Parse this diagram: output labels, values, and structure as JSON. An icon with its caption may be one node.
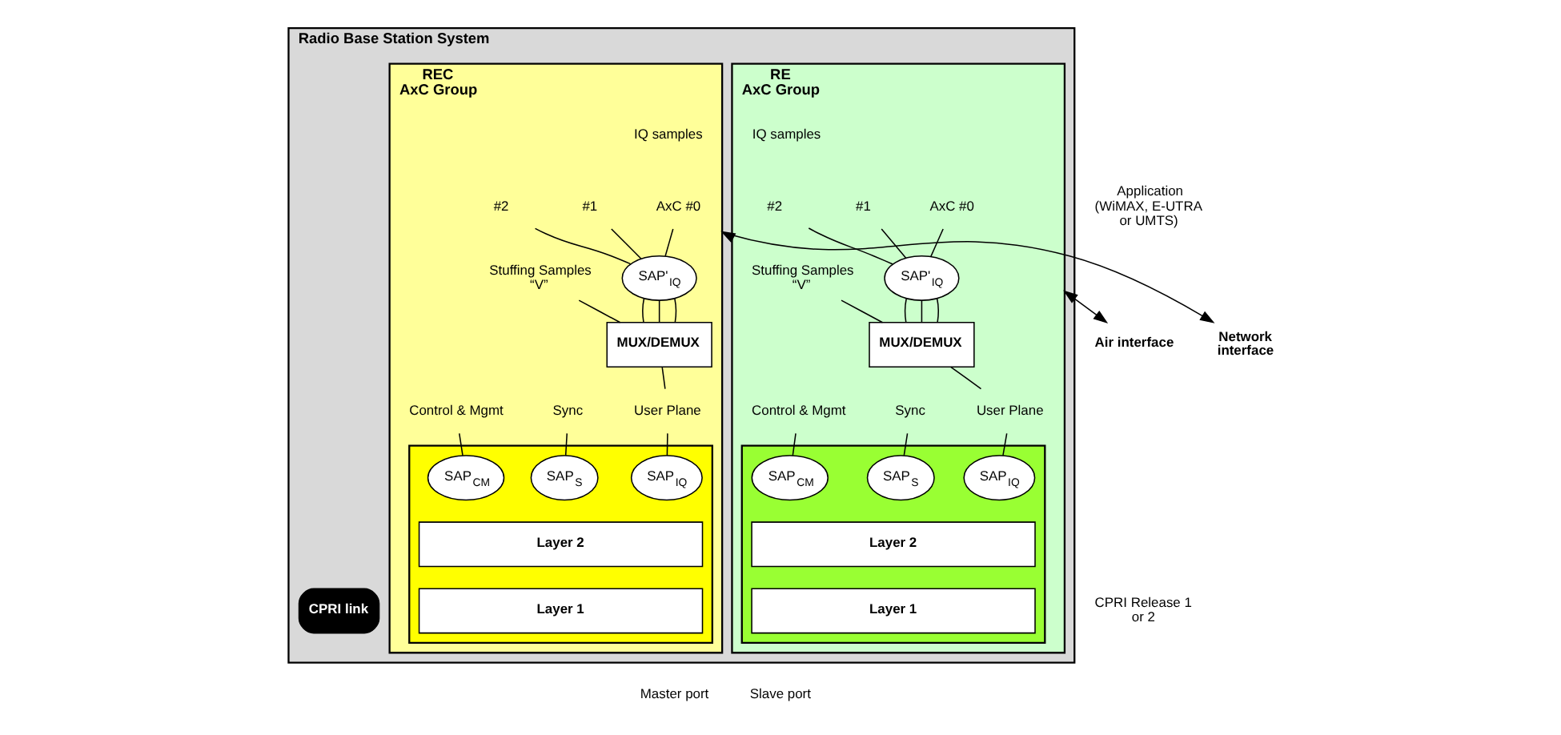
{
  "diagram": {
    "nodes": [
      {
        "text": [
          "Radio Base Station System"
        ]
      },
      {
        "text": [
          "REC",
          "AxC Group"
        ],
        "in": 0
      },
      {
        "text": [
          "AxC #0"
        ],
        "in": 1
      },
      {
        "text": [
          "#1"
        ],
        "in": 1
      },
      {
        "text": [
          "#2"
        ],
        "in": 1
      },
      {
        "text": [
          "Stuffing Samples “V”"
        ],
        "in": 1
      },
      {
        "text": [
          "SAP'$_{IQ}$"
        ],
        "in": 1
      },
      {
        "text": [
          "MUX/DEMUX"
        ],
        "in": 1
      },
      {
        "text": [
          "Control & Mgmt"
        ],
        "in": 1
      },
      {
        "text": [
          "Sync"
        ],
        "in": 1
      },
      {
        "text": [
          "User Plane"
        ],
        "in": 1
      },
      {
        "text": [],
        "shape": "box",
        "in": 1
      },
      {
        "text": [
          "SAP$_{CM}$"
        ],
        "in": 11
      },
      {
        "text": [
          "SAP$_{S}$"
        ],
        "in": 11
      },
      {
        "text": [
          "SAP$_{IQ}$"
        ],
        "in": 11
      },
      {
        "text": [
          "Layer 2"
        ],
        "in": 11
      },
      {
        "text": [
          "Layer 1"
        ],
        "in": 11
      },
      {
        "text": [
          "RE",
          "AxC Group"
        ],
        "in": 0
      },
      {
        "text": [
          "AxC #0"
        ],
        "in": 17
      },
      {
        "text": [
          "#1"
        ],
        "in": 17
      },
      {
        "text": [
          "#2"
        ],
        "in": 17
      },
      {
        "text": [
          "Stuffing Samples “V”"
        ],
        "in": 17
      },
      {
        "text": [
          "SAP'$_{IQ}$"
        ],
        "in": 17
      },
      {
        "text": [
          "MUX/DEMUX"
        ],
        "in": 17
      },
      {
        "text": [
          "Control & Mgmt"
        ],
        "in": 17
      },
      {
        "text": [
          "Sync"
        ],
        "in": 17
      },
      {
        "text": [
          "User Plane"
        ],
        "in": 17
      },
      {
        "text": [],
        "shape": "box",
        "in": 17
      },
      {
        "text": [
          "SAP$_{CM}$"
        ],
        "in": 27
      },
      {
        "text": [
          "SAP$_{S}$"
        ],
        "in": 27
      },
      {
        "text": [
          "SAP$_{IQ}$"
        ],
        "in": 27
      },
      {
        "text": [
          "Layer 2"
        ],
        "in": 27
      },
      {
        "text": [
          "Layer 1"
        ],
        "in": 27
      },
      {
        "text": [
          "CPRI link"
        ],
        "in": 0
      },
      {
        "text": [
          "Network interface"
        ]
      },
      {
        "text": [
          "Air interface"
        ]
      }
    ],
    "edges": [
      {
        "from": 2,
        "to": 6,
        "arrow": "none"
      },
      {
        "from": 3,
        "to": 6,
        "arrow": "none"
      },
      {
        "from": 4,
        "to": 6,
        "arrow": "none"
      },
      {
        "from": 6,
        "to": 7,
        "arrow": "none"
      },
      {
        "from": 6,
        "to": 7,
        "arrow": "none"
      },
      {
        "from": 6,
        "to": 7,
        "arrow": "none"
      },
      {
        "from": 5,
        "to": 7,
        "arrow": "none"
      },
      {
        "from": 7,
        "to": 10,
        "arrow": "none"
      },
      {
        "from": 8,
        "to": 12,
        "arrow": "none"
      },
      {
        "from": 9,
        "to": 13,
        "arrow": "none"
      },
      {
        "from": 10,
        "to": 14,
        "arrow": "none"
      },
      {
        "from": 18,
        "to": 22,
        "arrow": "none"
      },
      {
        "from": 19,
        "to": 22,
        "arrow": "none"
      },
      {
        "from": 20,
        "to": 22,
        "arrow": "none"
      },
      {
        "from": 22,
        "to": 23,
        "arrow": "none"
      },
      {
        "from": 22,
        "to": 23,
        "arrow": "none"
      },
      {
        "from": 22,
        "to": 23,
        "arrow": "none"
      },
      {
        "from": 21,
        "to": 23,
        "arrow": "none"
      },
      {
        "from": 23,
        "to": 26,
        "arrow": "none"
      },
      {
        "from": 24,
        "to": 28,
        "arrow": "none"
      },
      {
        "from": 25,
        "to": 29,
        "arrow": "none"
      },
      {
        "from": 26,
        "to": 30,
        "arrow": "none"
      },
      {
        "from": 34,
        "to": 1,
        "arrow": "both"
      },
      {
        "from": 17,
        "to": 35,
        "arrow": "both"
      }
    ],
    "labels": [
      "IQ samples",
      "IQ samples",
      "Application (WiMAX, E-UTRA or UMTS)",
      "CPRI Release 1 or 2",
      "Master port",
      "Slave port"
    ]
  }
}
